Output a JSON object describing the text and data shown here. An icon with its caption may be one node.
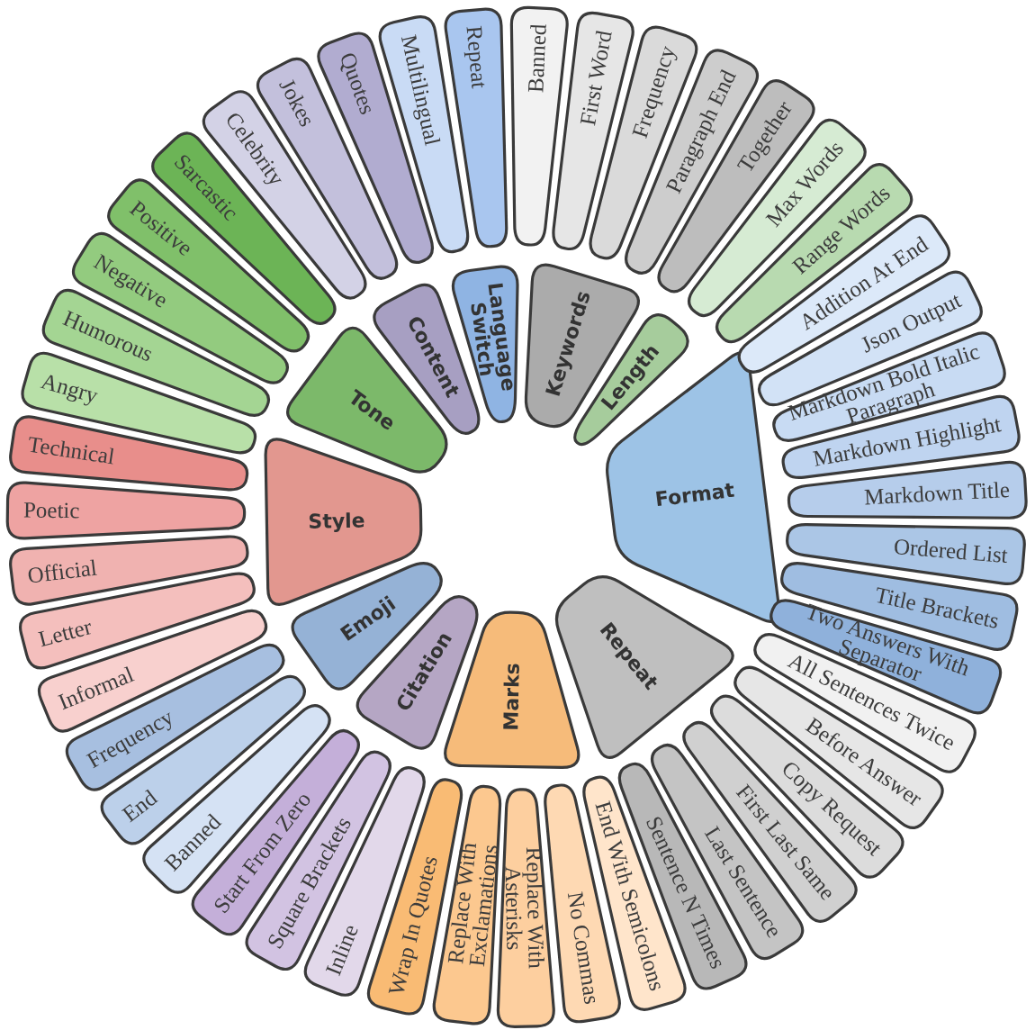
{
  "diagram": {
    "nodes": [
      {
        "text": [
          "Language Switch"
        ]
      },
      {
        "text": [
          "Keywords"
        ]
      },
      {
        "text": [
          "Length"
        ]
      },
      {
        "text": [
          "Format"
        ]
      },
      {
        "text": [
          "Repeat"
        ]
      },
      {
        "text": [
          "Marks"
        ]
      },
      {
        "text": [
          "Citation"
        ]
      },
      {
        "text": [
          "Emoji"
        ]
      },
      {
        "text": [
          "Style"
        ]
      },
      {
        "text": [
          "Tone"
        ]
      },
      {
        "text": [
          "Content"
        ]
      },
      {
        "text": [
          "Multilingual"
        ]
      },
      {
        "text": [
          "Repeat"
        ]
      },
      {
        "text": [
          "Banned"
        ]
      },
      {
        "text": [
          "First Word"
        ]
      },
      {
        "text": [
          "Frequency"
        ]
      },
      {
        "text": [
          "Paragraph End"
        ]
      },
      {
        "text": [
          "Together"
        ]
      },
      {
        "text": [
          "Max Words"
        ]
      },
      {
        "text": [
          "Range Words"
        ]
      },
      {
        "text": [
          "Addition At End"
        ]
      },
      {
        "text": [
          "Json Output"
        ]
      },
      {
        "text": [
          "Markdown Bold Italic Paragraph"
        ]
      },
      {
        "text": [
          "Markdown Highlight"
        ]
      },
      {
        "text": [
          "Markdown Title"
        ]
      },
      {
        "text": [
          "Ordered List"
        ]
      },
      {
        "text": [
          "Title Brackets"
        ]
      },
      {
        "text": [
          "Two Answers With Separator"
        ]
      },
      {
        "text": [
          "All Sentences Twice"
        ]
      },
      {
        "text": [
          "Before Answer"
        ]
      },
      {
        "text": [
          "Copy Request"
        ]
      },
      {
        "text": [
          "First Last Same"
        ]
      },
      {
        "text": [
          "Last Sentence"
        ]
      },
      {
        "text": [
          "Sentence N Times"
        ]
      },
      {
        "text": [
          "End With Semicolons"
        ]
      },
      {
        "text": [
          "No Commas"
        ]
      },
      {
        "text": [
          "Replace With Asterisks"
        ]
      },
      {
        "text": [
          "Replace With Exclamations"
        ]
      },
      {
        "text": [
          "Wrap In Quotes"
        ]
      },
      {
        "text": [
          "Inline"
        ]
      },
      {
        "text": [
          "Square Brackets"
        ]
      },
      {
        "text": [
          "Start From Zero"
        ]
      },
      {
        "text": [
          "Banned"
        ]
      },
      {
        "text": [
          "End"
        ]
      },
      {
        "text": [
          "Frequency"
        ]
      },
      {
        "text": [
          "Informal"
        ]
      },
      {
        "text": [
          "Letter"
        ]
      },
      {
        "text": [
          "Official"
        ]
      },
      {
        "text": [
          "Poetic"
        ]
      },
      {
        "text": [
          "Technical"
        ]
      },
      {
        "text": [
          "Angry"
        ]
      },
      {
        "text": [
          "Humorous"
        ]
      },
      {
        "text": [
          "Negative"
        ]
      },
      {
        "text": [
          "Positive"
        ]
      },
      {
        "text": [
          "Sarcastic"
        ]
      },
      {
        "text": [
          "Celebrity"
        ]
      },
      {
        "text": [
          "Jokes"
        ]
      },
      {
        "text": [
          "Quotes"
        ]
      }
    ]
  }
}
